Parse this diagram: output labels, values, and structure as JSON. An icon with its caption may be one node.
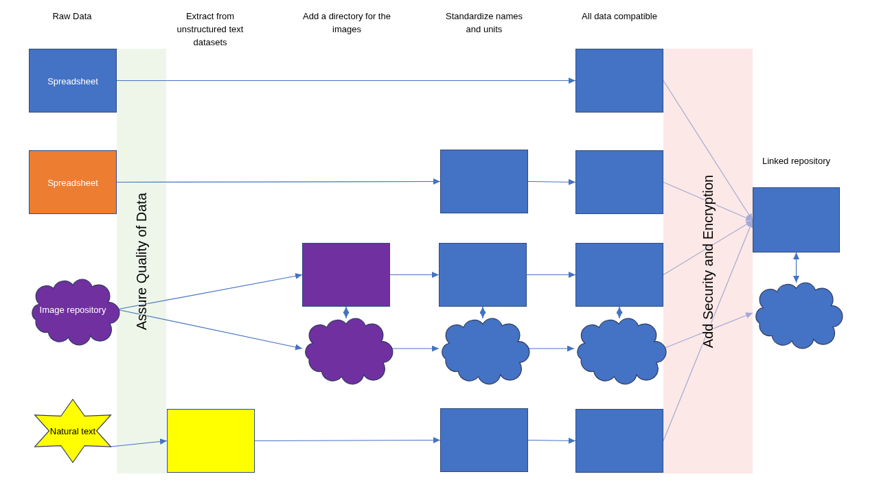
{
  "diagram": {
    "nodes": [
      {
        "text": [
          "Spreadsheet"
        ]
      },
      {
        "text": [
          "Spreadsheet"
        ]
      },
      {
        "text": [
          "Image repository"
        ]
      },
      {
        "text": [
          "Natural text"
        ]
      },
      {
        "text": [],
        "shape": "box"
      },
      {
        "text": [],
        "shape": "box"
      },
      {
        "text": [],
        "shape": "cloud"
      },
      {
        "text": [],
        "shape": "box"
      },
      {
        "text": [],
        "shape": "box"
      },
      {
        "text": [],
        "shape": "cloud"
      },
      {
        "text": [],
        "shape": "box"
      },
      {
        "text": [],
        "shape": "box"
      },
      {
        "text": [],
        "shape": "box"
      },
      {
        "text": [],
        "shape": "box"
      },
      {
        "text": [],
        "shape": "cloud"
      },
      {
        "text": [],
        "shape": "box"
      },
      {
        "text": [
          "Linked repository"
        ]
      },
      {
        "text": [],
        "shape": "cloud"
      }
    ],
    "edges": [
      {
        "from": 0,
        "to": 11,
        "arrow": "to"
      },
      {
        "from": 1,
        "to": 7,
        "arrow": "to"
      },
      {
        "from": 7,
        "to": 12,
        "arrow": "to"
      },
      {
        "from": 2,
        "to": 5,
        "arrow": "to"
      },
      {
        "from": 2,
        "to": 6,
        "arrow": "to"
      },
      {
        "from": 5,
        "to": 6,
        "arrow": "both"
      },
      {
        "from": 5,
        "to": 8,
        "arrow": "to"
      },
      {
        "from": 6,
        "to": 9,
        "arrow": "to"
      },
      {
        "from": 8,
        "to": 9,
        "arrow": "both"
      },
      {
        "from": 8,
        "to": 13,
        "arrow": "to"
      },
      {
        "from": 9,
        "to": 14,
        "arrow": "to"
      },
      {
        "from": 13,
        "to": 14,
        "arrow": "both"
      },
      {
        "from": 3,
        "to": 4,
        "arrow": "to"
      },
      {
        "from": 4,
        "to": 10,
        "arrow": "to"
      },
      {
        "from": 10,
        "to": 15,
        "arrow": "to"
      },
      {
        "from": 11,
        "to": 16,
        "arrow": "to",
        "color": "#a3a9d6"
      },
      {
        "from": 12,
        "to": 16,
        "arrow": "to",
        "color": "#a3a9d6"
      },
      {
        "from": 13,
        "to": 16,
        "arrow": "to",
        "color": "#a3a9d6"
      },
      {
        "from": 15,
        "to": 16,
        "arrow": "to",
        "color": "#a3a9d6"
      },
      {
        "from": 14,
        "to": 17,
        "arrow": "to",
        "color": "#a3a9d6"
      },
      {
        "from": 16,
        "to": 17,
        "arrow": "both"
      }
    ],
    "labels": [
      "Raw Data",
      "Extract from unstructured text datasets",
      "Add a directory for the images",
      "Standardize names and units",
      "All data compatible",
      "Assure Quality of Data",
      "Add Security and Encryption"
    ]
  }
}
